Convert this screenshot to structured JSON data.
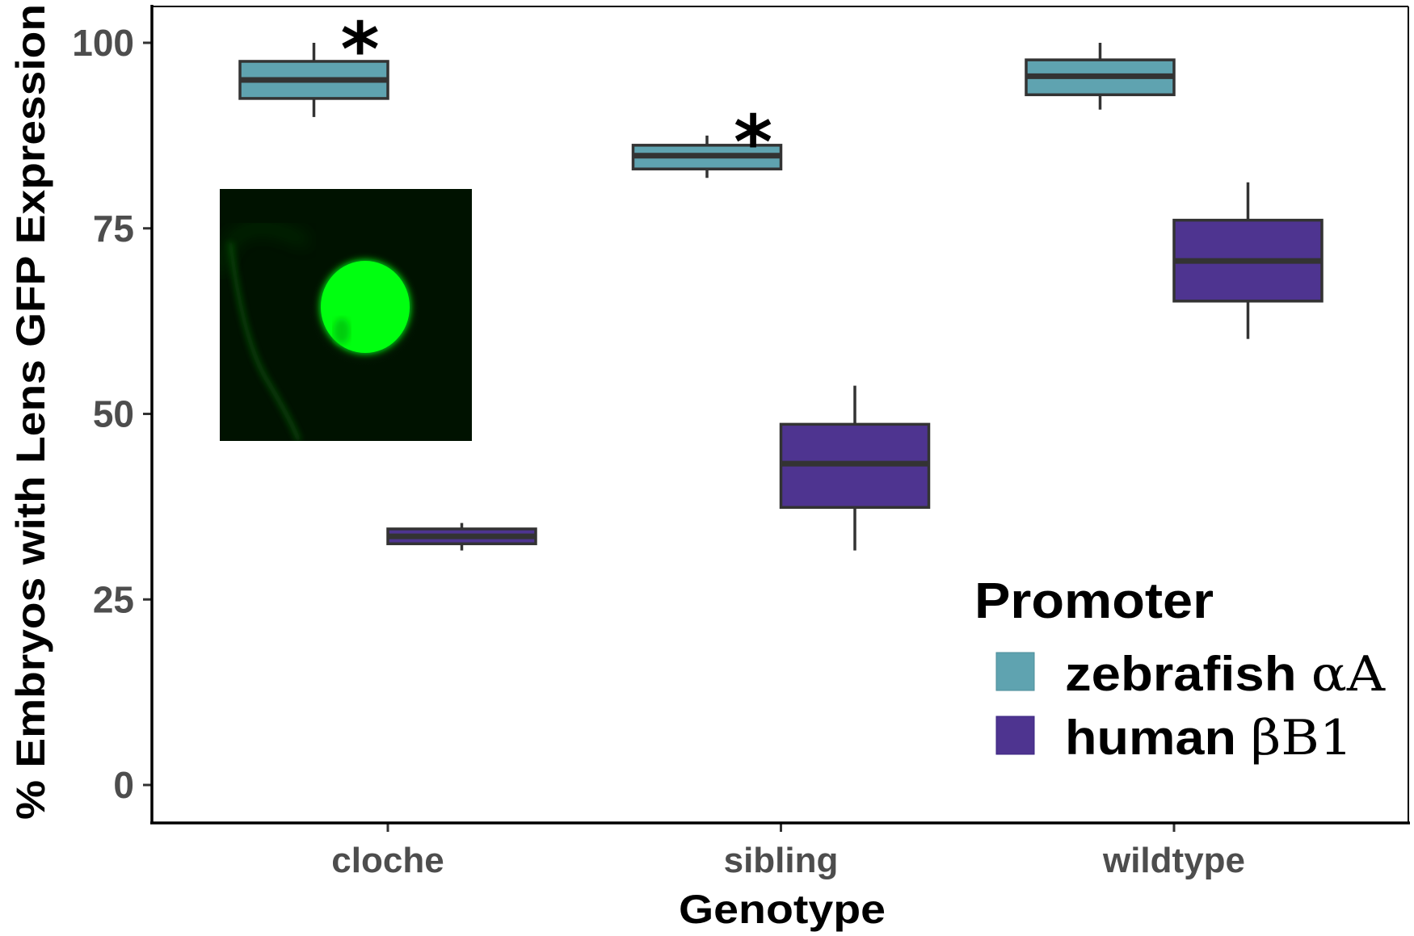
{
  "chart_data": {
    "type": "boxplot",
    "title": "",
    "xlabel": "Genotype",
    "ylabel": "% Embryos with Lens GFP Expression",
    "ylim": [
      -5,
      104.5
    ],
    "yticks": [
      0,
      25,
      50,
      75,
      100
    ],
    "ytick_labels": [
      "0",
      "25",
      "50",
      "75",
      "100"
    ],
    "categories": [
      "cloche",
      "sibling",
      "wildtype"
    ],
    "grid": false,
    "legend": {
      "title": "Promoter",
      "placement": "bottom-right",
      "entries": [
        {
          "name": "zebrafish",
          "greek": "αA"
        },
        {
          "name": "human",
          "greek": "βB1"
        }
      ]
    },
    "series": [
      {
        "name": "zebrafish αA",
        "color": "#5FA3B0",
        "boxes": [
          {
            "category": "cloche",
            "whisker_low": 90.0,
            "q1": 92.5,
            "median": 95.0,
            "q3": 97.5,
            "whisker_high": 100.0
          },
          {
            "category": "sibling",
            "whisker_low": 81.8,
            "q1": 83.0,
            "median": 84.8,
            "q3": 86.2,
            "whisker_high": 87.5
          },
          {
            "category": "wildtype",
            "whisker_low": 91.0,
            "q1": 93.0,
            "median": 95.5,
            "q3": 97.7,
            "whisker_high": 100.0
          }
        ]
      },
      {
        "name": "human βB1",
        "color": "#4E3490",
        "boxes": [
          {
            "category": "cloche",
            "whisker_low": 31.6,
            "q1": 32.5,
            "median": 33.5,
            "q3": 34.5,
            "whisker_high": 35.3
          },
          {
            "category": "sibling",
            "whisker_low": 31.6,
            "q1": 37.4,
            "median": 43.3,
            "q3": 48.6,
            "whisker_high": 53.8
          },
          {
            "category": "wildtype",
            "whisker_low": 60.1,
            "q1": 65.2,
            "median": 70.6,
            "q3": 76.1,
            "whisker_high": 81.2
          }
        ]
      }
    ],
    "annotations": [
      {
        "text": "*",
        "category": "cloche",
        "series": "zebrafish αA",
        "meaning": "significant"
      },
      {
        "text": "*",
        "category": "sibling",
        "series": "zebrafish αA",
        "meaning": "significant"
      }
    ],
    "inset_image": {
      "description": "fluorescence micrograph of zebrafish eye with bright green GFP-expressing lens",
      "color": "#00FF10"
    }
  },
  "colors": {
    "axis": "#000000",
    "tick_text": "#4D4D4D",
    "box_outline": "#333333"
  }
}
